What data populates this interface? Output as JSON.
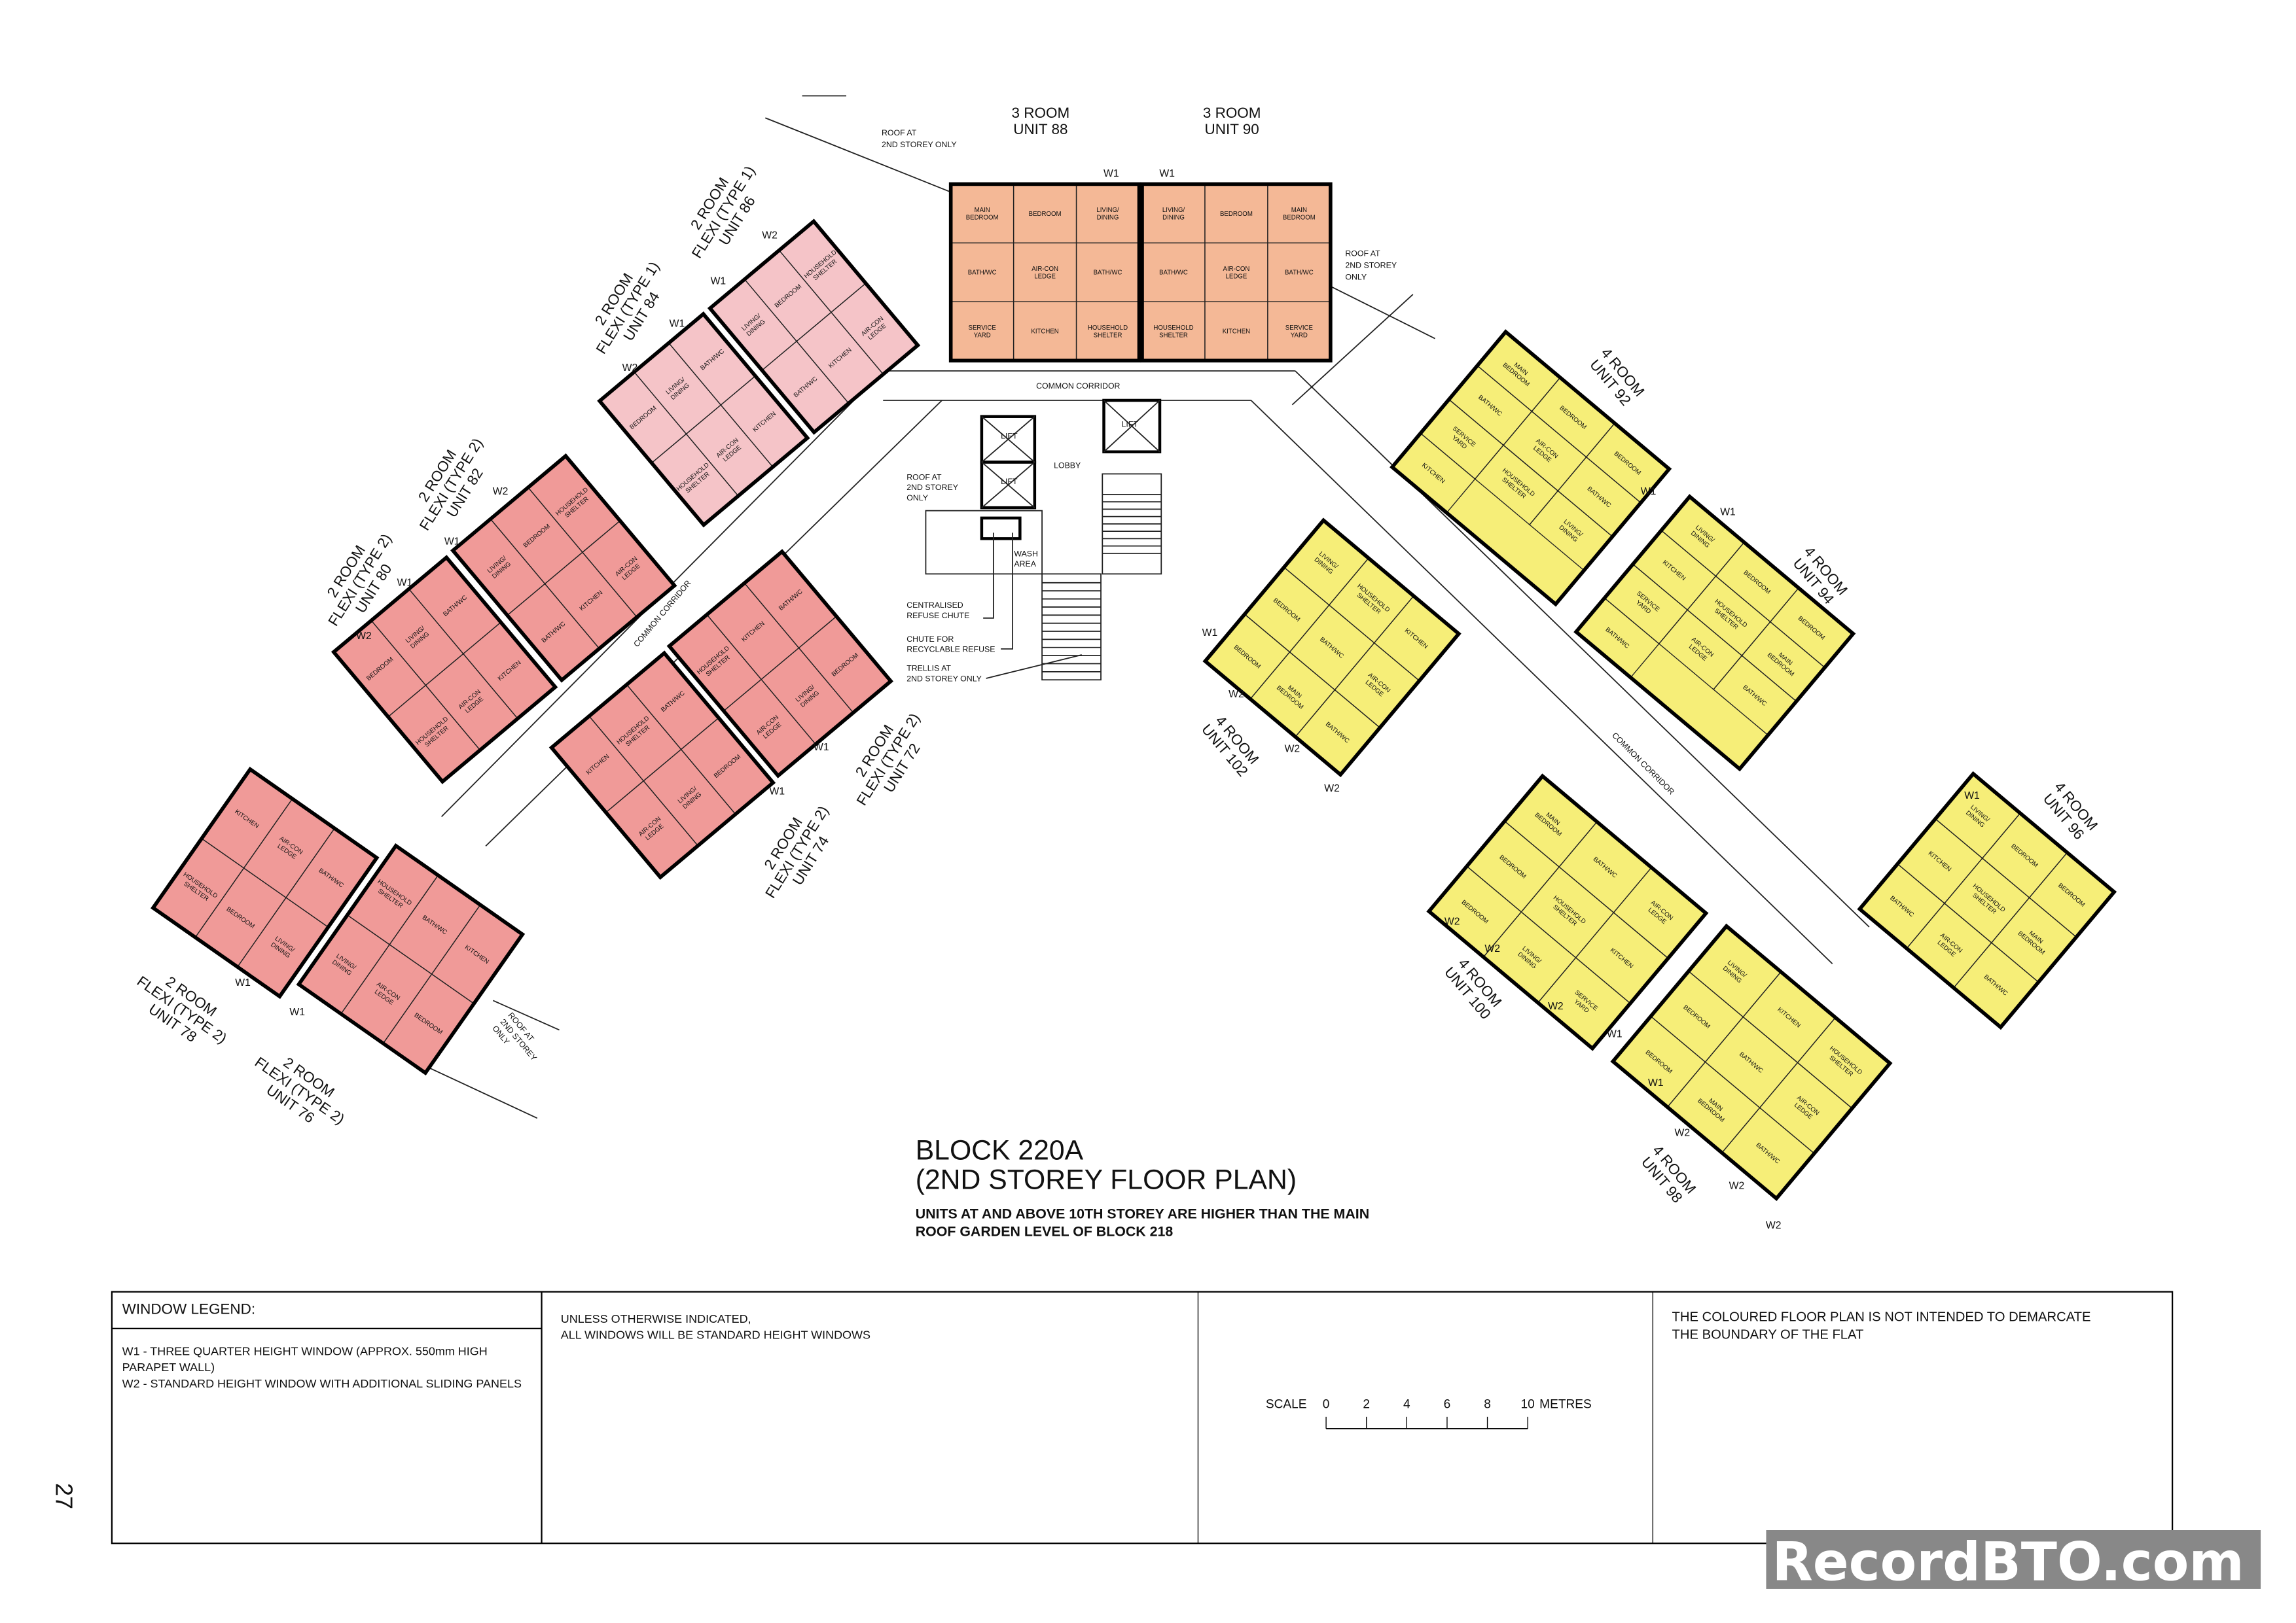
{
  "title": {
    "line1": "BLOCK 220A",
    "line2": "(2ND STOREY FLOOR PLAN)",
    "note1": "UNITS AT AND ABOVE 10TH STOREY ARE HIGHER THAN THE MAIN",
    "note2": "ROOF GARDEN LEVEL OF BLOCK 218"
  },
  "colors": {
    "three_room": "#F4B896",
    "flexi_type1": "#F5C4C8",
    "flexi_type2": "#F09A98",
    "four_room": "#F6EE78",
    "walls": "#000000",
    "watermark_bg": "#888888"
  },
  "units": [
    {
      "label": [
        "3 ROOM",
        "UNIT 88"
      ],
      "category": "three_room",
      "rooms": [
        "MAIN BEDROOM",
        "BEDROOM",
        "LIVING/DINING",
        "BATH/WC",
        "AIR-CON LEDGE",
        "BATH/WC",
        "SERVICE YARD",
        "KITCHEN",
        "HOUSEHOLD SHELTER"
      ]
    },
    {
      "label": [
        "3 ROOM",
        "UNIT 90"
      ],
      "category": "three_room",
      "rooms": [
        "LIVING/DINING",
        "BEDROOM",
        "MAIN BEDROOM",
        "BATH/WC",
        "AIR-CON LEDGE",
        "BATH/WC",
        "HOUSEHOLD SHELTER",
        "KITCHEN",
        "SERVICE YARD"
      ]
    },
    {
      "label": [
        "2 ROOM",
        "FLEXI (TYPE 1)",
        "UNIT 84"
      ],
      "category": "flexi_type1",
      "rooms": [
        "BEDROOM",
        "LIVING/DINING",
        "BATH/WC",
        "HOUSEHOLD SHELTER",
        "AIR-CON LEDGE",
        "KITCHEN"
      ]
    },
    {
      "label": [
        "2 ROOM",
        "FLEXI (TYPE 1)",
        "UNIT 86"
      ],
      "category": "flexi_type1",
      "rooms": [
        "LIVING/DINING",
        "BEDROOM",
        "HOUSEHOLD SHELTER",
        "BATH/WC",
        "KITCHEN",
        "AIR-CON LEDGE"
      ]
    },
    {
      "label": [
        "2 ROOM",
        "FLEXI (TYPE 2)",
        "UNIT 80"
      ],
      "category": "flexi_type2",
      "rooms": [
        "BEDROOM",
        "LIVING/DINING",
        "BATH/WC",
        "HOUSEHOLD SHELTER",
        "AIR-CON LEDGE",
        "KITCHEN"
      ]
    },
    {
      "label": [
        "2 ROOM",
        "FLEXI (TYPE 2)",
        "UNIT 82"
      ],
      "category": "flexi_type2",
      "rooms": [
        "LIVING/DINING",
        "BEDROOM",
        "HOUSEHOLD SHELTER",
        "BATH/WC",
        "KITCHEN",
        "AIR-CON LEDGE"
      ]
    },
    {
      "label": [
        "2 ROOM",
        "FLEXI (TYPE 2)",
        "UNIT 74"
      ],
      "category": "flexi_type2",
      "rooms": [
        "KITCHEN",
        "HOUSEHOLD SHELTER",
        "BATH/WC",
        "AIR-CON LEDGE",
        "LIVING/DINING",
        "BEDROOM"
      ]
    },
    {
      "label": [
        "2 ROOM",
        "FLEXI (TYPE 2)",
        "UNIT 72"
      ],
      "category": "flexi_type2",
      "rooms": [
        "HOUSEHOLD SHELTER",
        "KITCHEN",
        "BATH/WC",
        "AIR-CON LEDGE",
        "LIVING/DINING",
        "BEDROOM"
      ]
    },
    {
      "label": [
        "2 ROOM",
        "FLEXI (TYPE 2)",
        "UNIT 78"
      ],
      "category": "flexi_type2",
      "rooms": [
        "KITCHEN",
        "AIR-CON LEDGE",
        "BATH/WC",
        "HOUSEHOLD SHELTER",
        "BEDROOM",
        "LIVING/DINING"
      ]
    },
    {
      "label": [
        "2 ROOM",
        "FLEXI (TYPE 2)",
        "UNIT 76"
      ],
      "category": "flexi_type2",
      "rooms": [
        "HOUSEHOLD SHELTER",
        "BATH/WC",
        "KITCHEN",
        "LIVING/DINING",
        "AIR-CON LEDGE",
        "BEDROOM"
      ]
    },
    {
      "label": [
        "4 ROOM",
        "UNIT 92"
      ],
      "category": "four_room",
      "rooms": [
        "MAIN BEDROOM",
        "BEDROOM",
        "BEDROOM",
        "BATH/WC",
        "AIR-CON LEDGE",
        "BATH/WC",
        "SERVICE YARD",
        "HOUSEHOLD SHELTER",
        "LIVING/DINING",
        "KITCHEN"
      ]
    },
    {
      "label": [
        "4 ROOM",
        "UNIT 94"
      ],
      "category": "four_room",
      "rooms": [
        "LIVING/DINING",
        "BEDROOM",
        "BEDROOM",
        "KITCHEN",
        "HOUSEHOLD SHELTER",
        "MAIN BEDROOM",
        "SERVICE YARD",
        "AIR-CON LEDGE",
        "BATH/WC",
        "BATH/WC"
      ]
    },
    {
      "label": [
        "4 ROOM",
        "UNIT 102"
      ],
      "category": "four_room",
      "rooms": [
        "LIVING/DINING",
        "HOUSEHOLD SHELTER",
        "KITCHEN",
        "BEDROOM",
        "BATH/WC",
        "AIR-CON LEDGE",
        "BEDROOM",
        "MAIN BEDROOM",
        "BATH/WC"
      ]
    },
    {
      "label": [
        "4 ROOM",
        "UNIT 100"
      ],
      "category": "four_room",
      "rooms": [
        "MAIN BEDROOM",
        "BATH/WC",
        "AIR-CON LEDGE",
        "BEDROOM",
        "HOUSEHOLD SHELTER",
        "KITCHEN",
        "BEDROOM",
        "LIVING/DINING",
        "SERVICE YARD"
      ]
    },
    {
      "label": [
        "4 ROOM",
        "UNIT 98"
      ],
      "category": "four_room",
      "rooms": [
        "LIVING/DINING",
        "KITCHEN",
        "HOUSEHOLD SHELTER",
        "BEDROOM",
        "BATH/WC",
        "AIR-CON LEDGE",
        "BEDROOM",
        "MAIN BEDROOM",
        "BATH/WC"
      ]
    },
    {
      "label": [
        "4 ROOM",
        "UNIT 96"
      ],
      "category": "four_room",
      "rooms": [
        "LIVING/DINING",
        "BEDROOM",
        "BEDROOM",
        "KITCHEN",
        "HOUSEHOLD SHELTER",
        "MAIN BEDROOM",
        "BATH/WC",
        "AIR-CON LEDGE",
        "BATH/WC"
      ]
    }
  ],
  "windows": [
    "W1",
    "W1",
    "W2",
    "W1",
    "W1",
    "W2",
    "W2",
    "W1",
    "W1",
    "W2",
    "W1",
    "W1",
    "W1",
    "W1",
    "W1",
    "W1",
    "W1",
    "W2",
    "W2",
    "W2",
    "W1",
    "W2",
    "W2",
    "W2",
    "W1",
    "W1",
    "W2",
    "W2",
    "W2"
  ],
  "annotations": {
    "roof_top_left": [
      "ROOF AT",
      "2ND STOREY ONLY"
    ],
    "roof_top_right": [
      "ROOF AT",
      "2ND STOREY",
      "ONLY"
    ],
    "roof_core": [
      "ROOF AT",
      "2ND STOREY",
      "ONLY"
    ],
    "roof_bottom_left": [
      "ROOF AT",
      "2ND STOREY",
      "ONLY"
    ],
    "common_corridor_top": "COMMON CORRIDOR",
    "common_corridor_left": "COMMON CORRIDOR",
    "common_corridor_right": "COMMON CORRIDOR",
    "lift": "LIFT",
    "lobby": "LOBBY",
    "wash_area": [
      "WASH",
      "AREA"
    ],
    "refuse_chute": [
      "CENTRALISED",
      "REFUSE CHUTE"
    ],
    "recycle_chute": [
      "CHUTE FOR",
      "RECYCLABLE REFUSE"
    ],
    "trellis": [
      "TRELLIS AT",
      "2ND STOREY ONLY"
    ]
  },
  "legend": {
    "heading": "WINDOW LEGEND:",
    "w1": "W1 -  THREE QUARTER HEIGHT WINDOW (APPROX. 550mm HIGH",
    "w1_cont": "PARAPET WALL)",
    "w2": "W2 - STANDARD HEIGHT WINDOW WITH ADDITIONAL SLIDING PANELS",
    "note1": "UNLESS OTHERWISE INDICATED,",
    "note2": "ALL WINDOWS WILL BE STANDARD HEIGHT WINDOWS"
  },
  "scale": {
    "label": "SCALE",
    "ticks": [
      "0",
      "2",
      "4",
      "6",
      "8",
      "10"
    ],
    "unit": "METRES"
  },
  "disclaimer": [
    "THE COLOURED FLOOR PLAN IS NOT INTENDED TO DEMARCATE",
    "THE BOUNDARY OF THE FLAT"
  ],
  "page_number": "27",
  "watermark": "RecordBTO.com"
}
